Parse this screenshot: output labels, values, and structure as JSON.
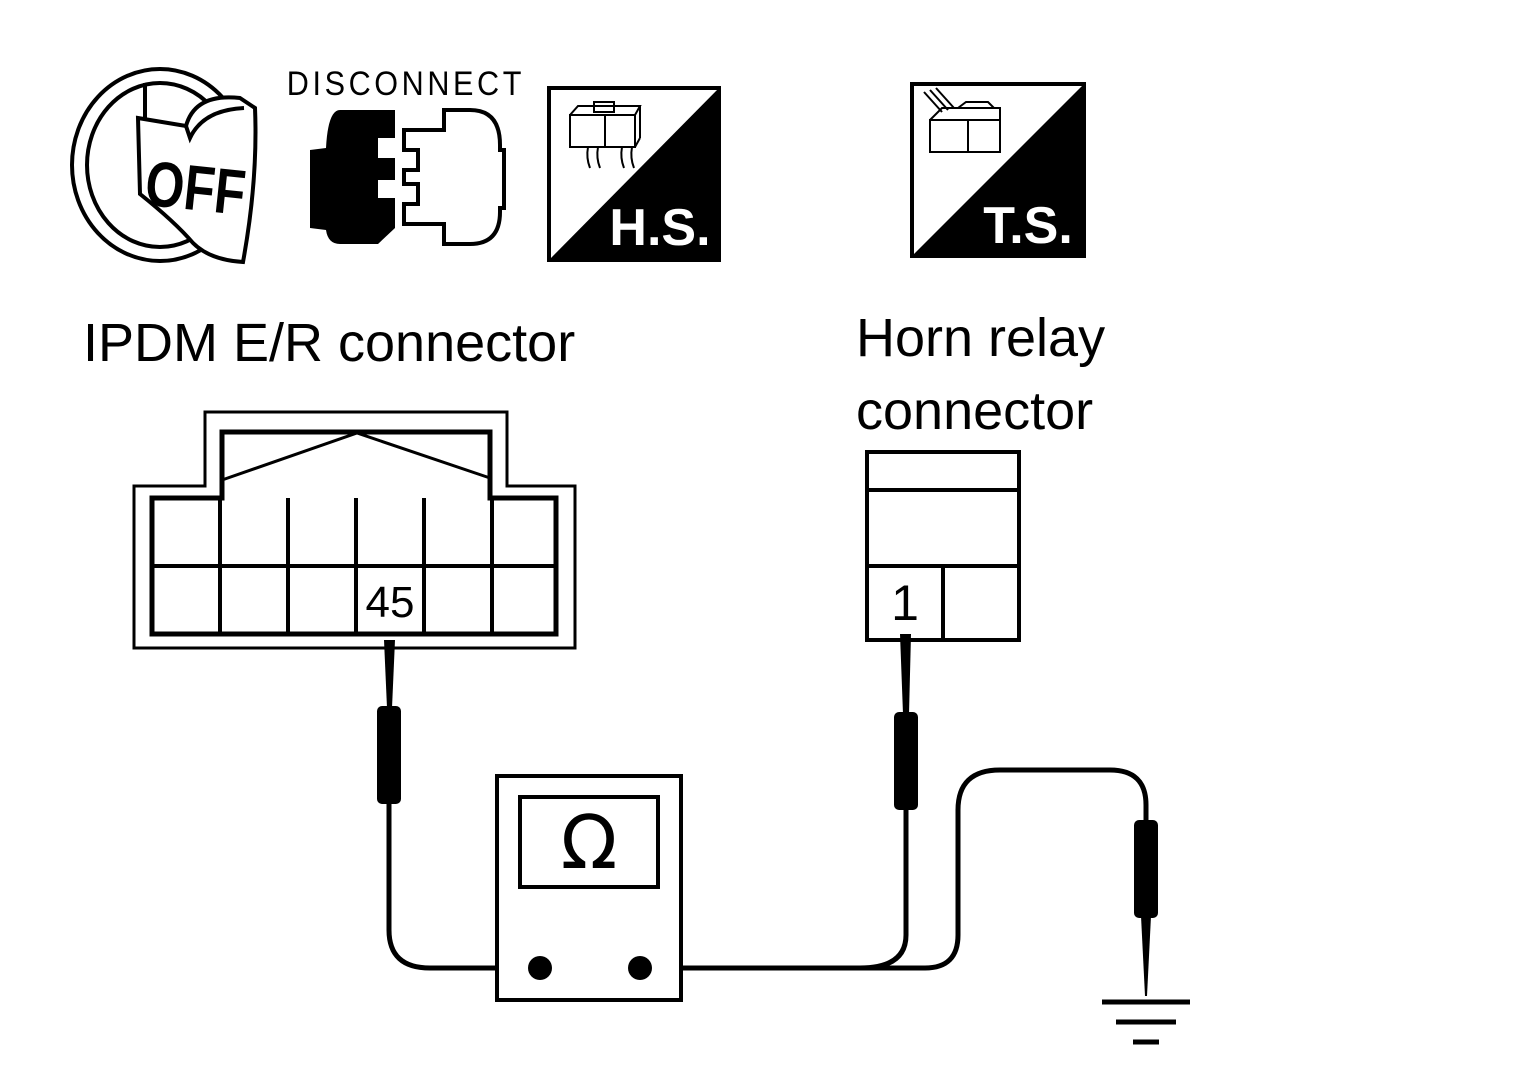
{
  "icons": {
    "ignition_off": {
      "name": "ignition-key-off-icon",
      "text": "OFF"
    },
    "disconnect": {
      "name": "disconnect-connector-icon",
      "text": "DISCONNECT"
    },
    "harness_side": {
      "name": "harness-side-icon",
      "text": "H.S."
    },
    "terminal_side": {
      "name": "terminal-side-icon",
      "text": "T.S."
    }
  },
  "connectors": {
    "ipdm": {
      "title": "IPDM E/R connector",
      "terminal": "45"
    },
    "horn_relay": {
      "title_line1": "Horn relay",
      "title_line2": "connector",
      "terminal": "1"
    }
  },
  "meter": {
    "symbol": "Ω"
  },
  "ground": {
    "name": "ground-symbol"
  }
}
